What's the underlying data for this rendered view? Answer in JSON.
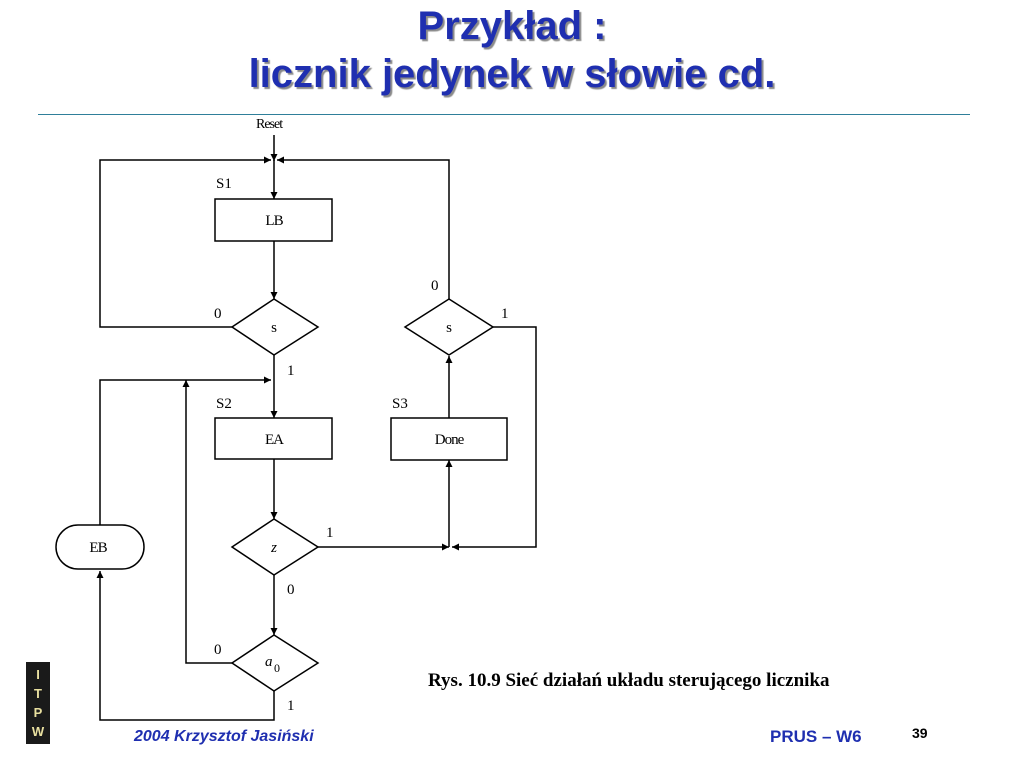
{
  "slide": {
    "title_line1": "Przykład :",
    "title_line2": "licznik jedynek w słowie cd.",
    "caption": "Rys. 10.9 Sieć działań układu sterującego licznika",
    "footer_left": "2004 Krzysztof Jasiński",
    "footer_right": "PRUS – W6",
    "page_number": "39",
    "logo_letters": [
      "I",
      "T",
      "P",
      "W"
    ],
    "accent_color": "#1f2fb0"
  },
  "diagram": {
    "reset_label": "Reset",
    "states": {
      "s1": "S1",
      "s2": "S2",
      "s3": "S3"
    },
    "boxes": {
      "lb": "LB",
      "ea": "EA",
      "done": "Done",
      "eb": "EB"
    },
    "decisions": {
      "s_left": "s",
      "s_right": "s",
      "z": "z",
      "a0_main": "a",
      "a0_sub": "0"
    },
    "edge_labels": {
      "s_left_0": "0",
      "s_left_1": "1",
      "s_right_0": "0",
      "s_right_1": "1",
      "z_1": "1",
      "z_0": "0",
      "a0_0": "0",
      "a0_1": "1"
    }
  }
}
